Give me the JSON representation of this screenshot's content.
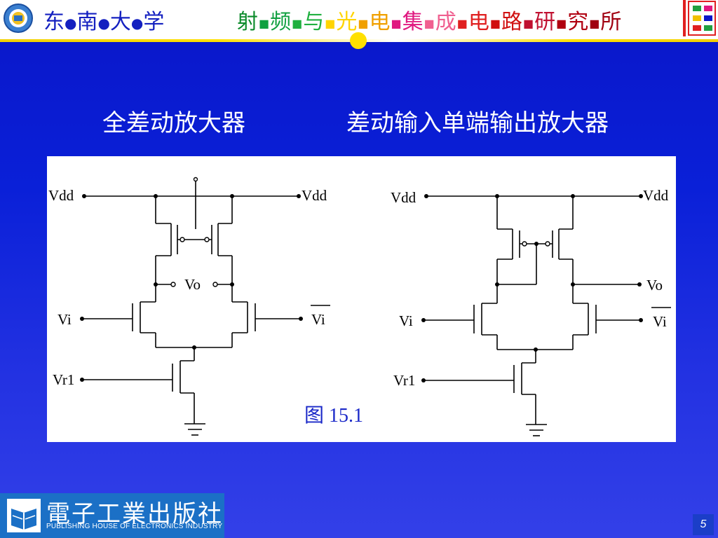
{
  "header": {
    "university": [
      "东",
      "南",
      "大",
      "学"
    ],
    "institute": [
      {
        "char": "射",
        "color": "#0a8a2a"
      },
      {
        "char": "频",
        "color": "#10a040"
      },
      {
        "char": "与",
        "color": "#20b040"
      },
      {
        "char": "光",
        "color": "#ffd400"
      },
      {
        "char": "电",
        "color": "#f0a000"
      },
      {
        "char": "集",
        "color": "#e01880"
      },
      {
        "char": "成",
        "color": "#f06090"
      },
      {
        "char": "电",
        "color": "#e02020"
      },
      {
        "char": "路",
        "color": "#d01010"
      },
      {
        "char": "研",
        "color": "#c01030"
      },
      {
        "char": "究",
        "color": "#b00010"
      },
      {
        "char": "所",
        "color": "#a00010"
      }
    ]
  },
  "titles": {
    "left": "全差动放大器",
    "right": "差动输入单端输出放大器"
  },
  "circuits": {
    "left": {
      "vdd_left": "Vdd",
      "vdd_right": "Vdd",
      "vo": "Vo",
      "vi": "Vi",
      "vi_bar": "Vi",
      "vr1": "Vr1"
    },
    "right": {
      "vdd_left": "Vdd",
      "vdd_right": "Vdd",
      "vo": "Vo",
      "vi": "Vi",
      "vi_bar": "Vi",
      "vr1": "Vr1"
    }
  },
  "figure": {
    "caption": "图  15.1"
  },
  "footer": {
    "publisher_cn": "電子工業出版社",
    "publisher_en": "PUBLISHING HOUSE OF ELECTRONICS INDUSTRY",
    "page_number": "5"
  },
  "colors": {
    "background": "#0a16c8",
    "accent": "#ffe000",
    "caption": "#1a28c8"
  }
}
